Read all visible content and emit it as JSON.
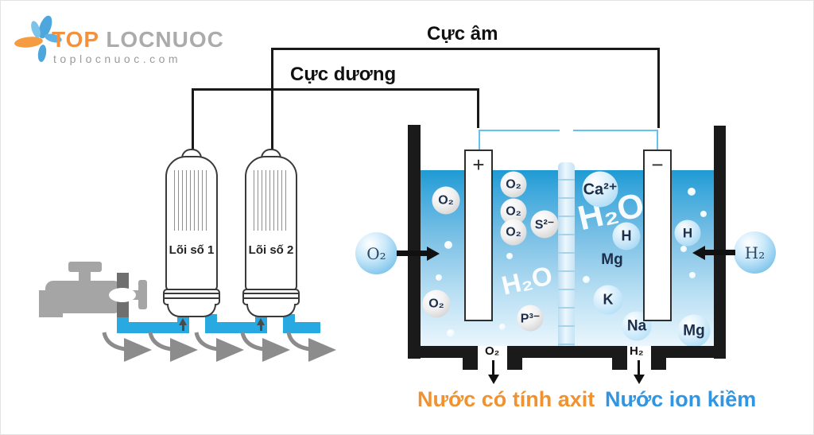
{
  "logo": {
    "brand_primary": "TOP",
    "brand_secondary": "LOCNUOC",
    "domain": "toplocnuoc.com"
  },
  "wiring": {
    "cathode_label": "Cực âm",
    "anode_label": "Cực dương"
  },
  "filters": [
    {
      "label": "Lõi số 1"
    },
    {
      "label": "Lõi số 2"
    }
  ],
  "electrolysis": {
    "anode_sign": "+",
    "cathode_sign": "−",
    "oxygen_inlet": "O₂",
    "hydrogen_inlet": "H₂",
    "oxygen_outlet": "O₂",
    "hydrogen_outlet": "H₂",
    "ions": [
      {
        "text": "O₂"
      },
      {
        "text": "O₂"
      },
      {
        "text": "O₂"
      },
      {
        "text": "O₂"
      },
      {
        "text": "O₂"
      },
      {
        "text": "S²⁻"
      },
      {
        "text": "P³⁻"
      },
      {
        "text": "H₂O"
      },
      {
        "text": "Ca²⁺"
      },
      {
        "text": "H₂O"
      },
      {
        "text": "H"
      },
      {
        "text": "Mg"
      },
      {
        "text": "K"
      },
      {
        "text": "Na"
      },
      {
        "text": "H"
      },
      {
        "text": "Mg"
      }
    ]
  },
  "outputs": {
    "acid_label": "Nước có tính axit",
    "alkaline_label": "Nước ion kiềm"
  },
  "colors": {
    "acid_label": "#F0922F",
    "alkaline_label": "#3095E2",
    "water_top": "#1E9AD3",
    "pipe_blue": "#29A9E1",
    "wire_blue": "#62C4EE",
    "logo_orange": "#F5913D",
    "logo_gray": "#ABABAB"
  }
}
